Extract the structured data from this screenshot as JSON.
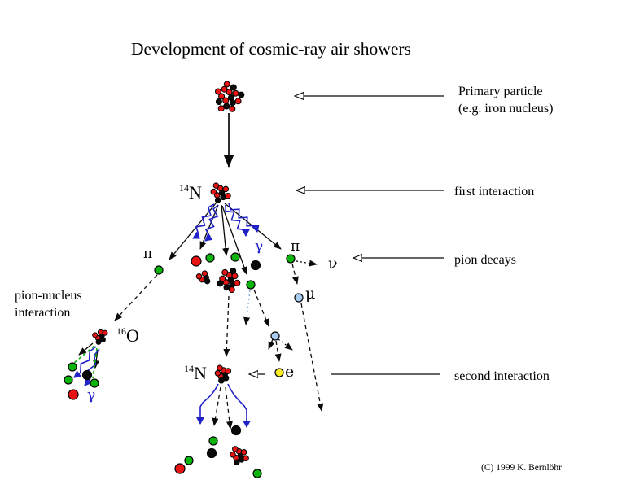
{
  "title": "Development of cosmic-ray air showers",
  "colors": {
    "red": "#e81414",
    "green": "#0ab40a",
    "blue": "#2121c8",
    "black": "#0a0a0a",
    "light_blue": "#a8ccee",
    "yellow": "#ffee22"
  },
  "annotations": {
    "primary_particle_line1": "Primary particle",
    "primary_particle_line2": "(e.g. iron nucleus)",
    "first_interaction": "first interaction",
    "pion_decays": "pion decays",
    "second_interaction": "second interaction",
    "pion_nucleus_line1": "pion-nucleus",
    "pion_nucleus_line2": "interaction",
    "copyright": "(C) 1999 K. Bernlöhr"
  },
  "symbols": {
    "pi": "π",
    "gamma": "γ",
    "nu": "ν",
    "mu": "μ",
    "electron": "e",
    "nitrogen_mass": "14",
    "nitrogen": "N",
    "oxygen_mass": "16",
    "oxygen": "O"
  }
}
